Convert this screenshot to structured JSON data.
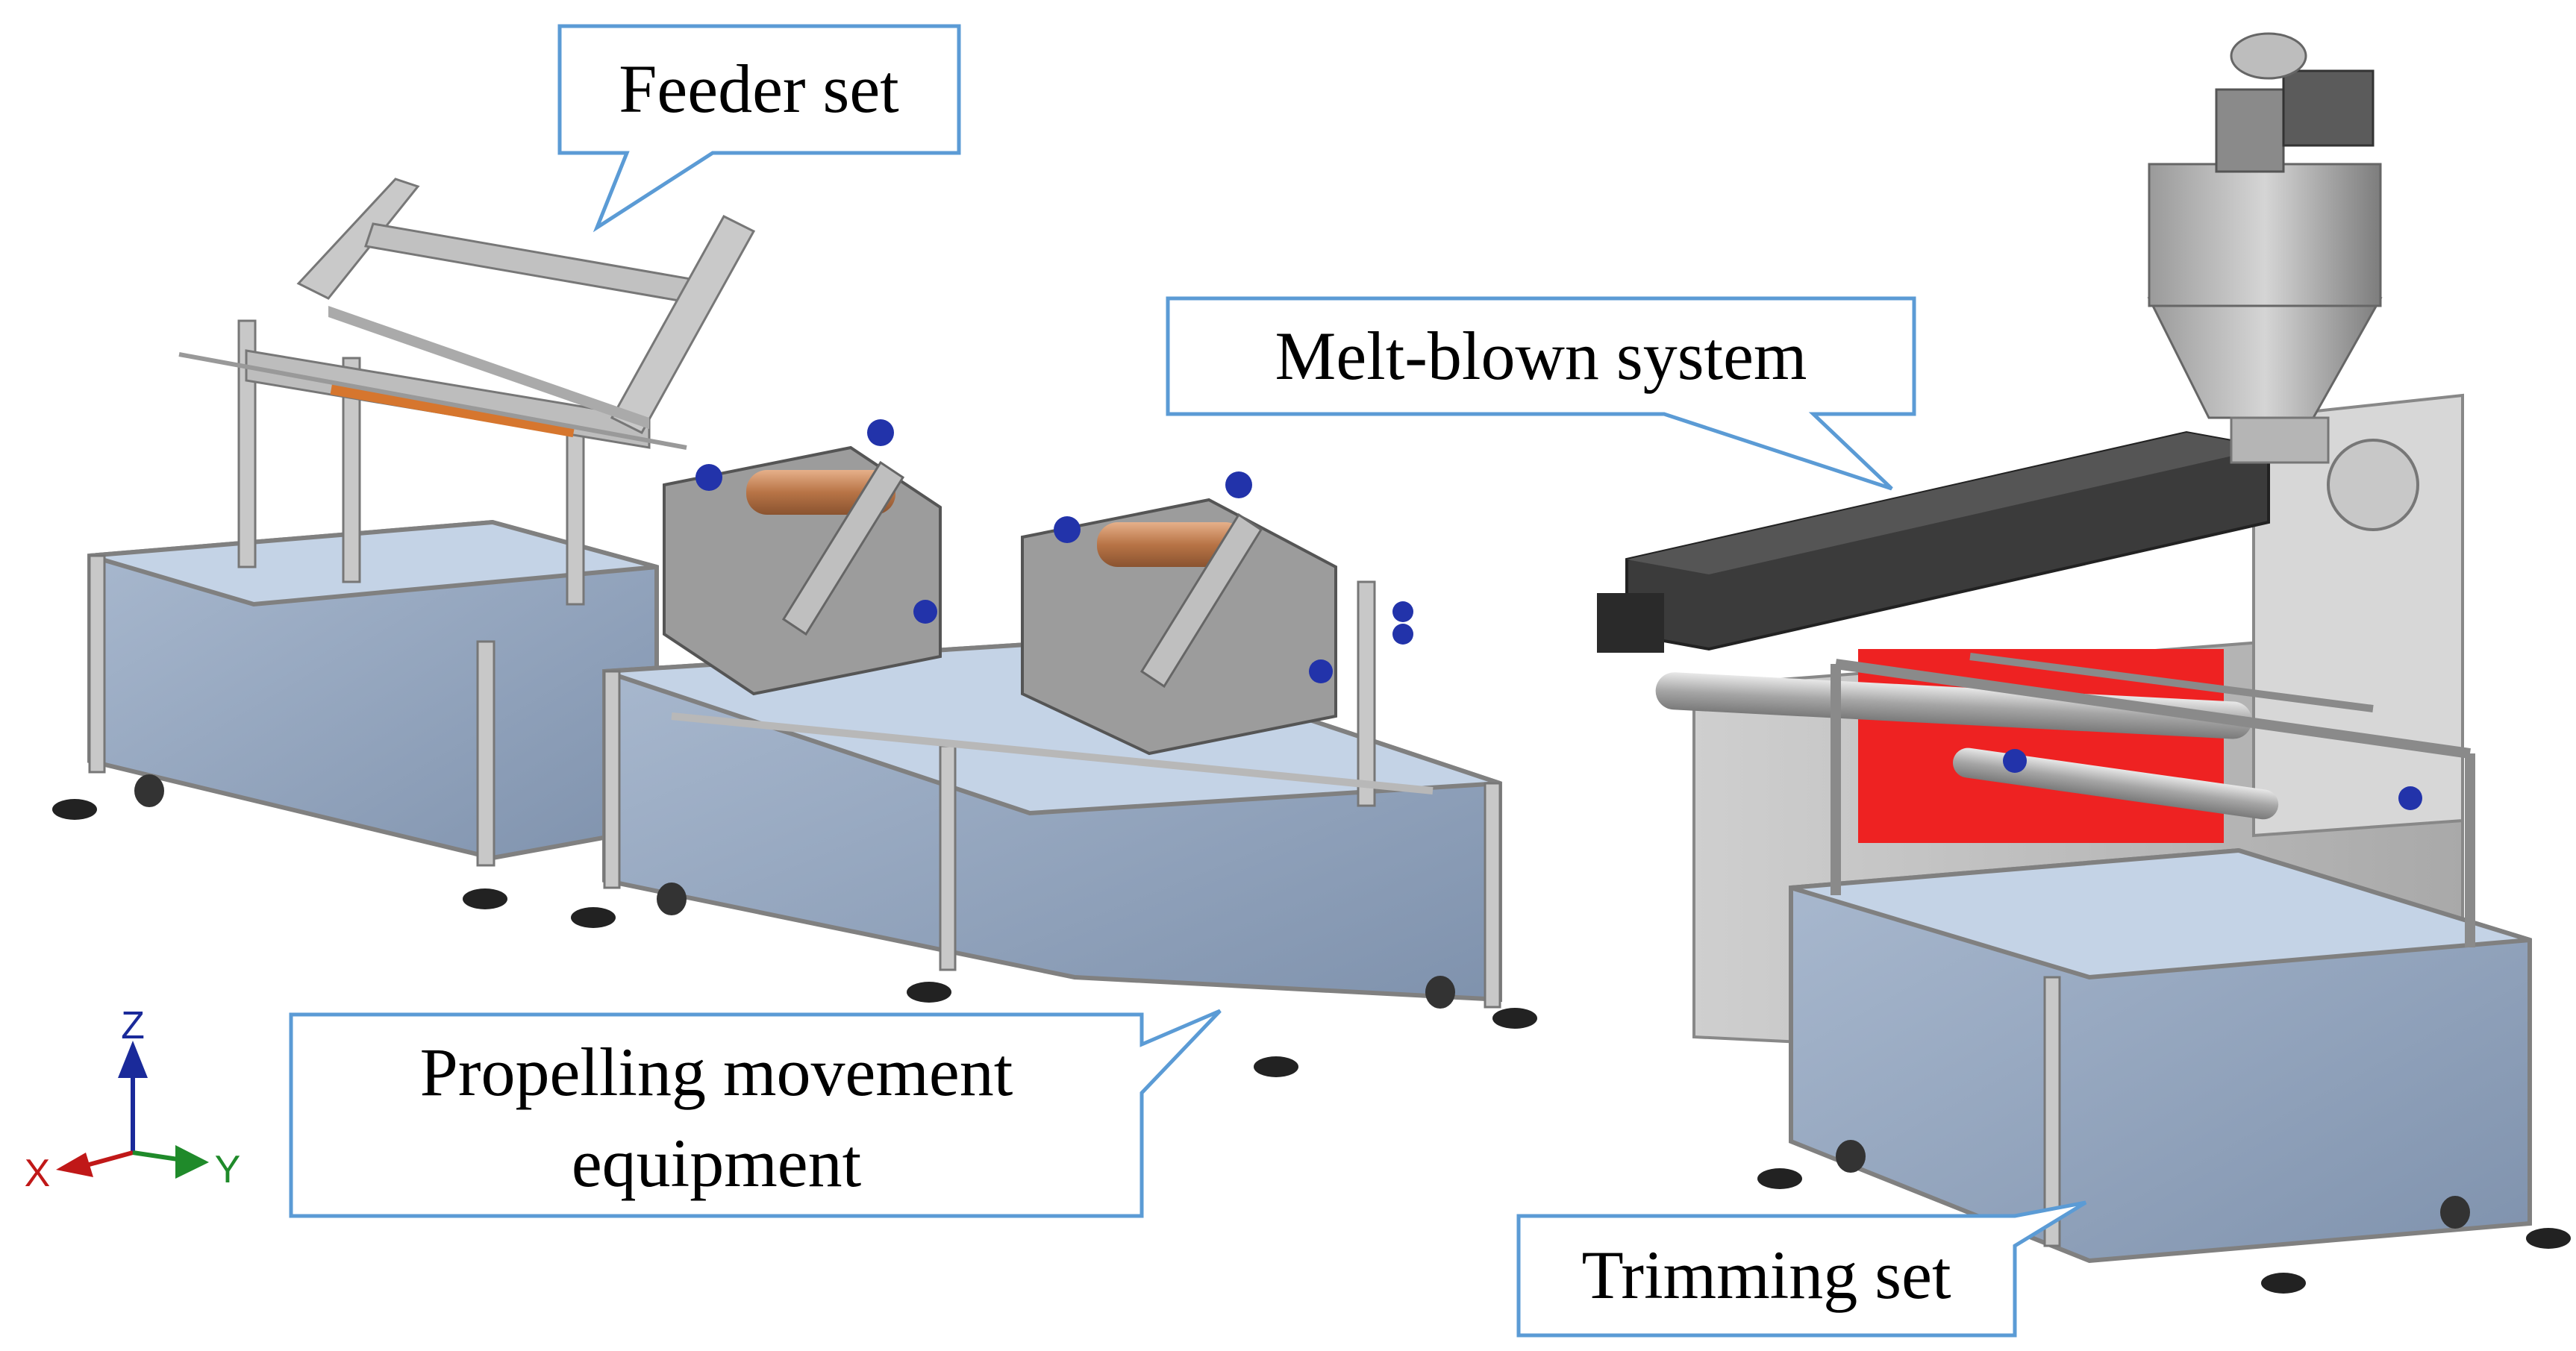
{
  "callouts": {
    "feeder": "Feeder set",
    "meltblown": "Melt-blown system",
    "propelling_line1": "Propelling movement",
    "propelling_line2": "equipment",
    "trimming": "Trimming set"
  },
  "axes": {
    "z": "Z",
    "x": "X",
    "y": "Y"
  },
  "colors": {
    "frame": "#c8c8c8",
    "panel": "#8c9fb8",
    "panel_light": "#b9c9dd",
    "accent_blue": "#2233aa",
    "roller": "#c98a5a",
    "heater_red": "#ee2222",
    "extruder_dark": "#3a3a3a",
    "callout_border": "#5b9bd5",
    "z_axis": "#1a2a9a",
    "x_axis": "#c01818",
    "y_axis": "#1f8a2a"
  }
}
